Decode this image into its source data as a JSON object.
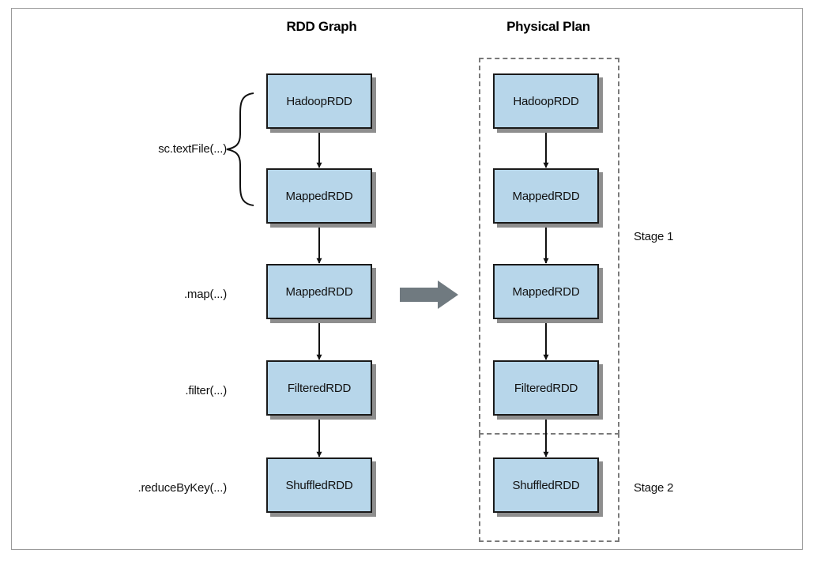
{
  "rdd_graph": {
    "heading": "RDD Graph",
    "nodes": [
      "HadoopRDD",
      "MappedRDD",
      "MappedRDD",
      "FilteredRDD",
      "ShuffledRDD"
    ],
    "operation_labels": {
      "text_file": "sc.textFile(...)",
      "map": ".map(...)",
      "filter": ".filter(...)",
      "reduce_by_key": ".reduceByKey(...)"
    }
  },
  "physical_plan": {
    "heading": "Physical Plan",
    "nodes": [
      "HadoopRDD",
      "MappedRDD",
      "MappedRDD",
      "FilteredRDD",
      "ShuffledRDD"
    ],
    "stages": [
      {
        "label": "Stage 1"
      },
      {
        "label": "Stage 2"
      }
    ]
  },
  "colors": {
    "node_fill": "#b7d6ea",
    "node_border": "#1a1a1a",
    "node_shadow": "#8e8e8e",
    "transform_arrow": "#707a80",
    "stage_border": "#7a7a7a"
  },
  "icons": {
    "transform_arrow": "right-arrow-icon",
    "brace": "curly-brace-icon"
  }
}
